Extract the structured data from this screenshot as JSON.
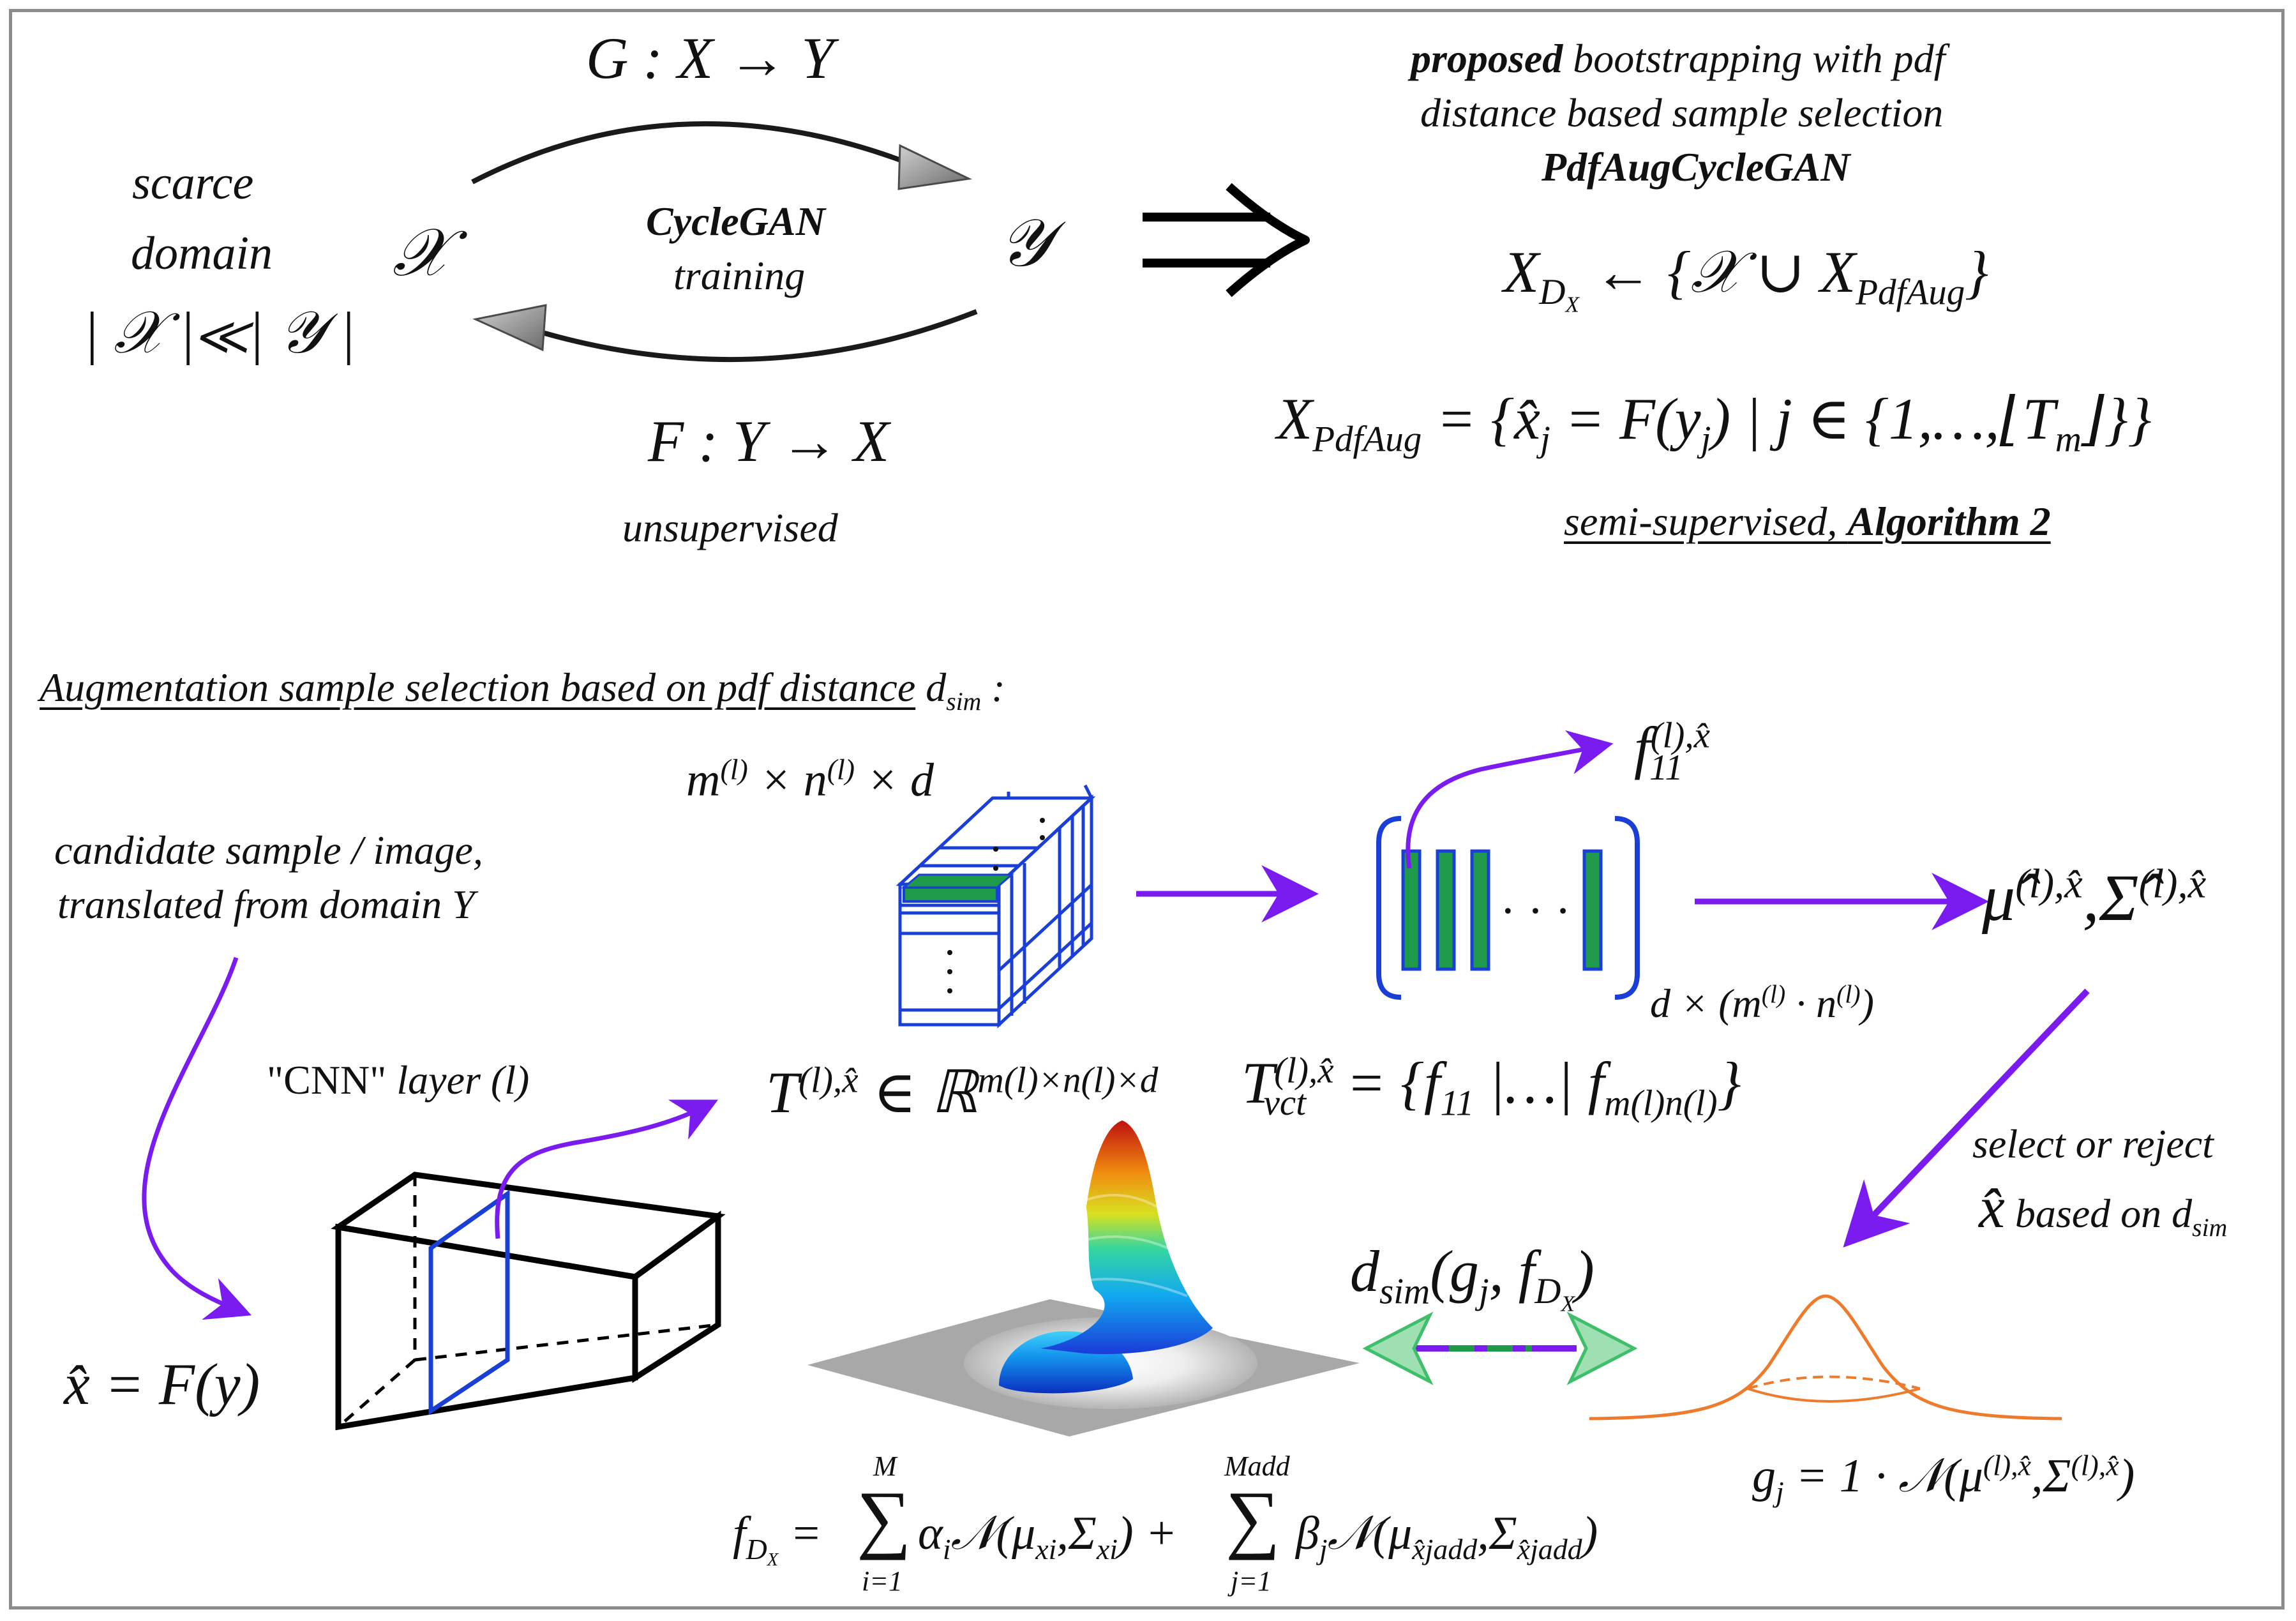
{
  "top_left": {
    "scarce": "scarce",
    "domain": "domain",
    "relation": "| 𝒳 |≪| 𝒴 |",
    "x_domain": "𝒳",
    "y_domain": "𝒴",
    "g_map": "G : X → Y",
    "f_map": "F : Y → X",
    "cyclegan": "CycleGAN",
    "training": "training",
    "unsupervised": "unsupervised"
  },
  "implies": "⇒",
  "top_right": {
    "proposed": "proposed",
    "line1_rest": " bootstrapping with pdf",
    "line2": "distance based sample selection",
    "method_name": "PdfAugCycleGAN",
    "eq1_lhs": "X",
    "eq1_sub": "D",
    "eq1_subsub": "X",
    "eq1_rhs": " ← {𝒳 ∪ X",
    "eq1_rhs_sub": "PdfAug",
    "eq1_close": "}",
    "eq2_lhs": "X",
    "eq2_lhs_sub": "PdfAug",
    "eq2_rhs": " = {x̂",
    "eq2_j": "j",
    "eq2_mid": " = F(y",
    "eq2_mid2": ") | j ∈ {1,…,⌊T",
    "eq2_m": "m",
    "eq2_end": "⌋}}",
    "semi_supervised": "semi-supervised, ",
    "algorithm": "Algorithm 2"
  },
  "bottom": {
    "heading": "Augmentation sample selection based on pdf distance",
    "heading_dsim": "d",
    "heading_dsim_sub": "sim",
    "heading_colon": " :",
    "candidate_line1": "candidate sample / image,",
    "candidate_line2": "translated from domain Y",
    "cnn_label_q": "\"CNN\"",
    "cnn_label_rest": " layer (l)",
    "xhat_eq": "x̂ = F(y)",
    "tensor_dims": "m",
    "tensor_dims_l": "(l)",
    "tensor_dims_mid": " × n",
    "tensor_dims_end": " × d",
    "tensor_eq": "T",
    "tensor_sup": "(l),x̂",
    "tensor_in": " ∈ ℝ",
    "tensor_space": "m(l)×n(l)×d",
    "f11": "f",
    "f11_sub": "11",
    "f11_sup": "(l),x̂",
    "matrix_dots": "· · ·",
    "matrix_size": "d × (m",
    "matrix_size_l": "(l)",
    "matrix_size_mid": " · n",
    "matrix_size_end": ")",
    "tvct": "T",
    "tvct_sub": "vct",
    "tvct_sup": "(l),x̂",
    "tvct_eq": " = {f",
    "tvct_11": "11",
    "tvct_mid": " |…| f",
    "tvct_last_sub": "m(l)n(l)",
    "tvct_close": "}",
    "mu_sigma": "μ̂",
    "mu_sup": "(l),x̂",
    "sigma": ",Σ̂",
    "select_line1": "select or reject",
    "select_line2_x": "x̂",
    "select_line2_rest": "  based on d",
    "select_sub": "sim",
    "dsim_fn": "d",
    "dsim_fn_sub": "sim",
    "dsim_fn_args": "(g",
    "dsim_fn_j": "j",
    "dsim_fn_mid": ", f",
    "dsim_fn_d": "D",
    "dsim_fn_x": "X",
    "dsim_fn_close": ")",
    "gj": "g",
    "gj_sub": "j",
    "gj_eq": " = 1 · 𝒩(μ",
    "gj_sup": "(l),x̂",
    "gj_mid": ",Σ",
    "gj_close": ")",
    "fdx": "f",
    "fdx_sub": "D",
    "fdx_subsub": "X",
    "fdx_eq": " = ",
    "sum1_top": "M",
    "sum1_bottom": "i=1",
    "sum_term1": "α",
    "sum_term1_sub": "i",
    "sum_term1_rest": "𝒩(μ",
    "sum_term1_mu_sub": "xi",
    "sum_term1_sigma": ",Σ",
    "sum_term1_close": ") + ",
    "sum2_top": "Madd",
    "sum2_bottom": "j=1",
    "sum_term2": "β",
    "sum_term2_sub": "j",
    "sum_term2_rest": "𝒩(μ",
    "sum_term2_mu_sub": "x̂jadd",
    "sum_term2_sigma": ",Σ",
    "sum_term2_close": ")"
  },
  "colors": {
    "arrow_purple": "#7a1cf0",
    "tensor_blue": "#1a3fd6",
    "feature_green": "#1f9a4a",
    "gauss_orange": "#ee7b2c",
    "double_arrow_green": "#3fbf6a",
    "frame_gray": "#8c8c8c",
    "cycle_arrowhead_gray": "#909090"
  }
}
